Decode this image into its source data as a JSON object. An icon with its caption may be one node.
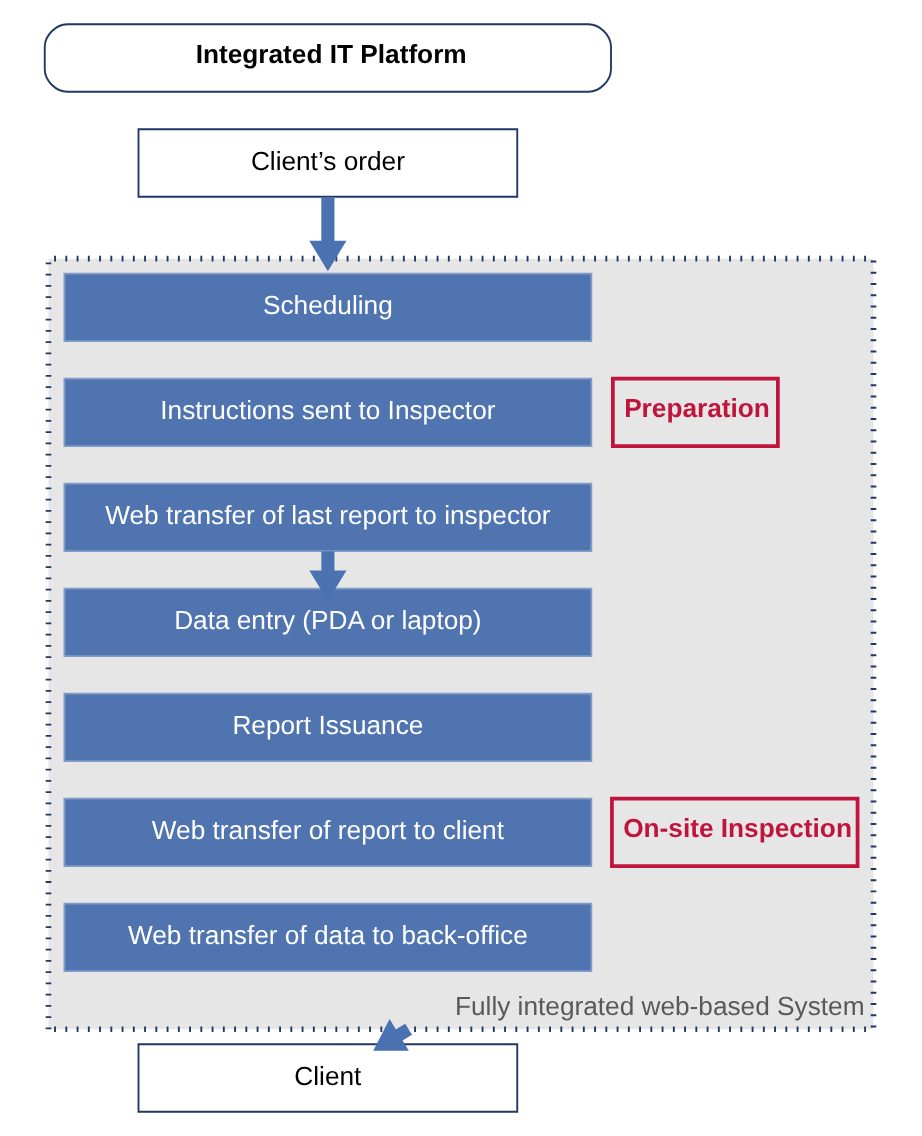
{
  "diagram": {
    "nodes": [
      {
        "text": [
          "Integrated IT Platform"
        ]
      },
      {
        "text": [
          "Client’s order"
        ]
      },
      {
        "text": [
          "Fully integrated web-based System"
        ]
      },
      {
        "text": [
          "Scheduling"
        ],
        "in": 2
      },
      {
        "text": [
          "Instructions sent to Inspector"
        ],
        "in": 2
      },
      {
        "text": [
          "Web transfer of last report to inspector"
        ],
        "in": 2
      },
      {
        "text": [
          "Preparation"
        ],
        "in": 2
      },
      {
        "text": [
          "Data entry (PDA or laptop)"
        ],
        "in": 2
      },
      {
        "text": [
          "Report Issuance"
        ],
        "in": 2
      },
      {
        "text": [
          "Web transfer of report to client"
        ],
        "in": 2
      },
      {
        "text": [
          "Web transfer of data to back-office"
        ],
        "in": 2
      },
      {
        "text": [
          "On-site Inspection"
        ],
        "in": 2
      },
      {
        "text": [
          "Client"
        ]
      }
    ],
    "edges": [
      {
        "from": 1,
        "to": 2,
        "arrow": "to"
      },
      {
        "from": 5,
        "to": 7,
        "arrow": "to"
      },
      {
        "from": 2,
        "to": 12,
        "arrow": "to"
      }
    ]
  }
}
